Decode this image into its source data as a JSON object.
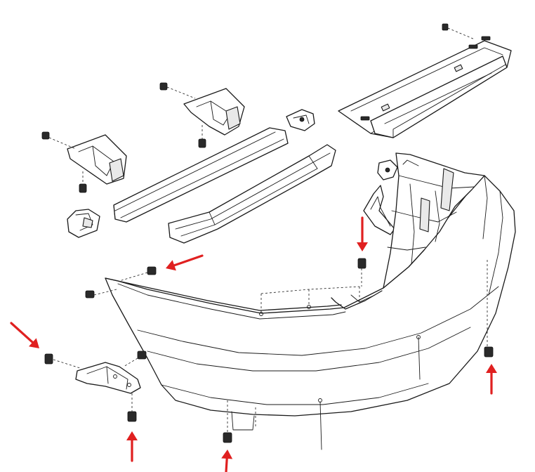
{
  "diagram": {
    "accent_color": "#e02020",
    "line_color": "#1a1a1a",
    "components": [
      "bumper-cover",
      "bumper-reinforcement-beam",
      "energy-absorber",
      "upper-retainer-rail",
      "left-side-bracket",
      "right-side-bracket",
      "lower-left-bracket",
      "small-clip-bracket",
      "inner-splash-bracket"
    ],
    "arrows": [
      {
        "direction": "down",
        "points_to": "top-center-clip"
      },
      {
        "direction": "left",
        "points_to": "upper-left-nut"
      },
      {
        "direction": "down-right",
        "points_to": "left-side-nut"
      },
      {
        "direction": "up",
        "points_to": "lower-left-bolt"
      },
      {
        "direction": "up",
        "points_to": "bottom-center-bolt"
      },
      {
        "direction": "up",
        "points_to": "right-side-bolt"
      }
    ],
    "corner_code": ""
  }
}
